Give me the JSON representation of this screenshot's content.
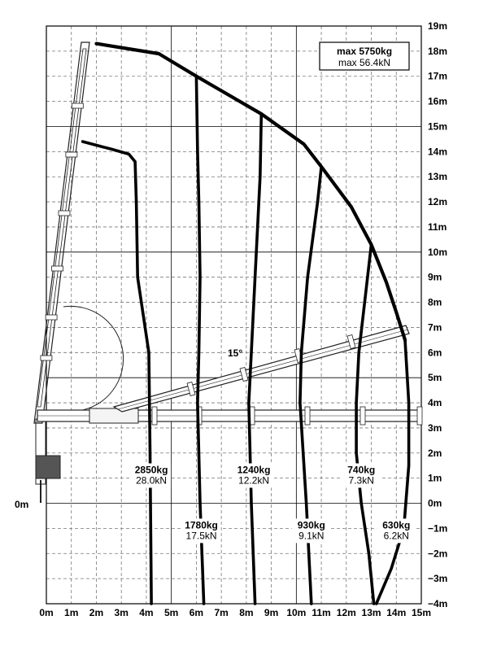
{
  "x_range": [
    0,
    15
  ],
  "y_range": [
    -4,
    19
  ],
  "x_ticks": [
    "0m",
    "1m",
    "2m",
    "3m",
    "4m",
    "5m",
    "6m",
    "7m",
    "8m",
    "9m",
    "10m",
    "11m",
    "12m",
    "13m",
    "14m",
    "15m"
  ],
  "y_ticks": [
    "19m",
    "18m",
    "17m",
    "16m",
    "15m",
    "14m",
    "13m",
    "12m",
    "11m",
    "10m",
    "9m",
    "8m",
    "7m",
    "6m",
    "5m",
    "4m",
    "3m",
    "2m",
    "1m",
    "0m",
    "−1m",
    "−2m",
    "−3m",
    "−4m"
  ],
  "y_tick_values": [
    19,
    18,
    17,
    16,
    15,
    14,
    13,
    12,
    11,
    10,
    9,
    8,
    7,
    6,
    5,
    4,
    3,
    2,
    1,
    0,
    -1,
    -2,
    -3,
    -4
  ],
  "left_zero_label": "0m",
  "max_box": {
    "line1": "max 5750kg",
    "line2": "max 56.4kN"
  },
  "angle_label": "15°",
  "load_labels": [
    {
      "kg": "2850kg",
      "kn": "28.0kN",
      "x": 4.2,
      "y": 1.2
    },
    {
      "kg": "1780kg",
      "kn": "17.5kN",
      "x": 6.2,
      "y": -1.0
    },
    {
      "kg": "1240kg",
      "kn": "12.2kN",
      "x": 8.3,
      "y": 1.2
    },
    {
      "kg": "930kg",
      "kn": "9.1kN",
      "x": 10.6,
      "y": -1.0
    },
    {
      "kg": "740kg",
      "kn": "7.3kN",
      "x": 12.6,
      "y": 1.2
    },
    {
      "kg": "630kg",
      "kn": "6.2kN",
      "x": 14.0,
      "y": -1.0
    }
  ],
  "load_curves": [
    [
      [
        1.45,
        14.4
      ],
      [
        2.6,
        14.1
      ],
      [
        3.3,
        13.9
      ],
      [
        3.55,
        13.6
      ],
      [
        3.6,
        12
      ],
      [
        3.65,
        9
      ],
      [
        3.8,
        8
      ],
      [
        4.1,
        6
      ],
      [
        4.15,
        2
      ],
      [
        4.2,
        -4
      ]
    ],
    [
      [
        6.0,
        17.0
      ],
      [
        6.05,
        14
      ],
      [
        6.1,
        12
      ],
      [
        6.15,
        9
      ],
      [
        6.1,
        6
      ],
      [
        6.05,
        4
      ],
      [
        6.15,
        0
      ],
      [
        6.3,
        -4
      ]
    ],
    [
      [
        8.6,
        15.5
      ],
      [
        8.55,
        13
      ],
      [
        8.35,
        9
      ],
      [
        8.2,
        6
      ],
      [
        8.1,
        4
      ],
      [
        8.2,
        0
      ],
      [
        8.35,
        -4
      ]
    ],
    [
      [
        11.0,
        13.4
      ],
      [
        10.85,
        12
      ],
      [
        10.45,
        9
      ],
      [
        10.2,
        6
      ],
      [
        10.15,
        4
      ],
      [
        10.4,
        0
      ],
      [
        10.6,
        -4
      ]
    ],
    [
      [
        13.0,
        10.3
      ],
      [
        12.85,
        9
      ],
      [
        12.5,
        6
      ],
      [
        12.4,
        4
      ],
      [
        12.4,
        2
      ],
      [
        12.6,
        0
      ],
      [
        12.9,
        -2
      ],
      [
        13.1,
        -4
      ]
    ],
    [
      [
        14.35,
        6.5
      ],
      [
        14.5,
        4
      ],
      [
        14.5,
        1.5
      ],
      [
        14.3,
        -1
      ],
      [
        13.8,
        -2.6
      ],
      [
        13.2,
        -4
      ]
    ]
  ],
  "envelope": [
    [
      2.0,
      18.3
    ],
    [
      4.5,
      17.9
    ],
    [
      6.0,
      17.0
    ],
    [
      8.6,
      15.5
    ],
    [
      10.3,
      14.3
    ],
    [
      11.0,
      13.4
    ],
    [
      12.2,
      11.8
    ],
    [
      13.0,
      10.3
    ],
    [
      13.6,
      8.8
    ],
    [
      14.0,
      7.6
    ],
    [
      14.35,
      6.5
    ]
  ]
}
